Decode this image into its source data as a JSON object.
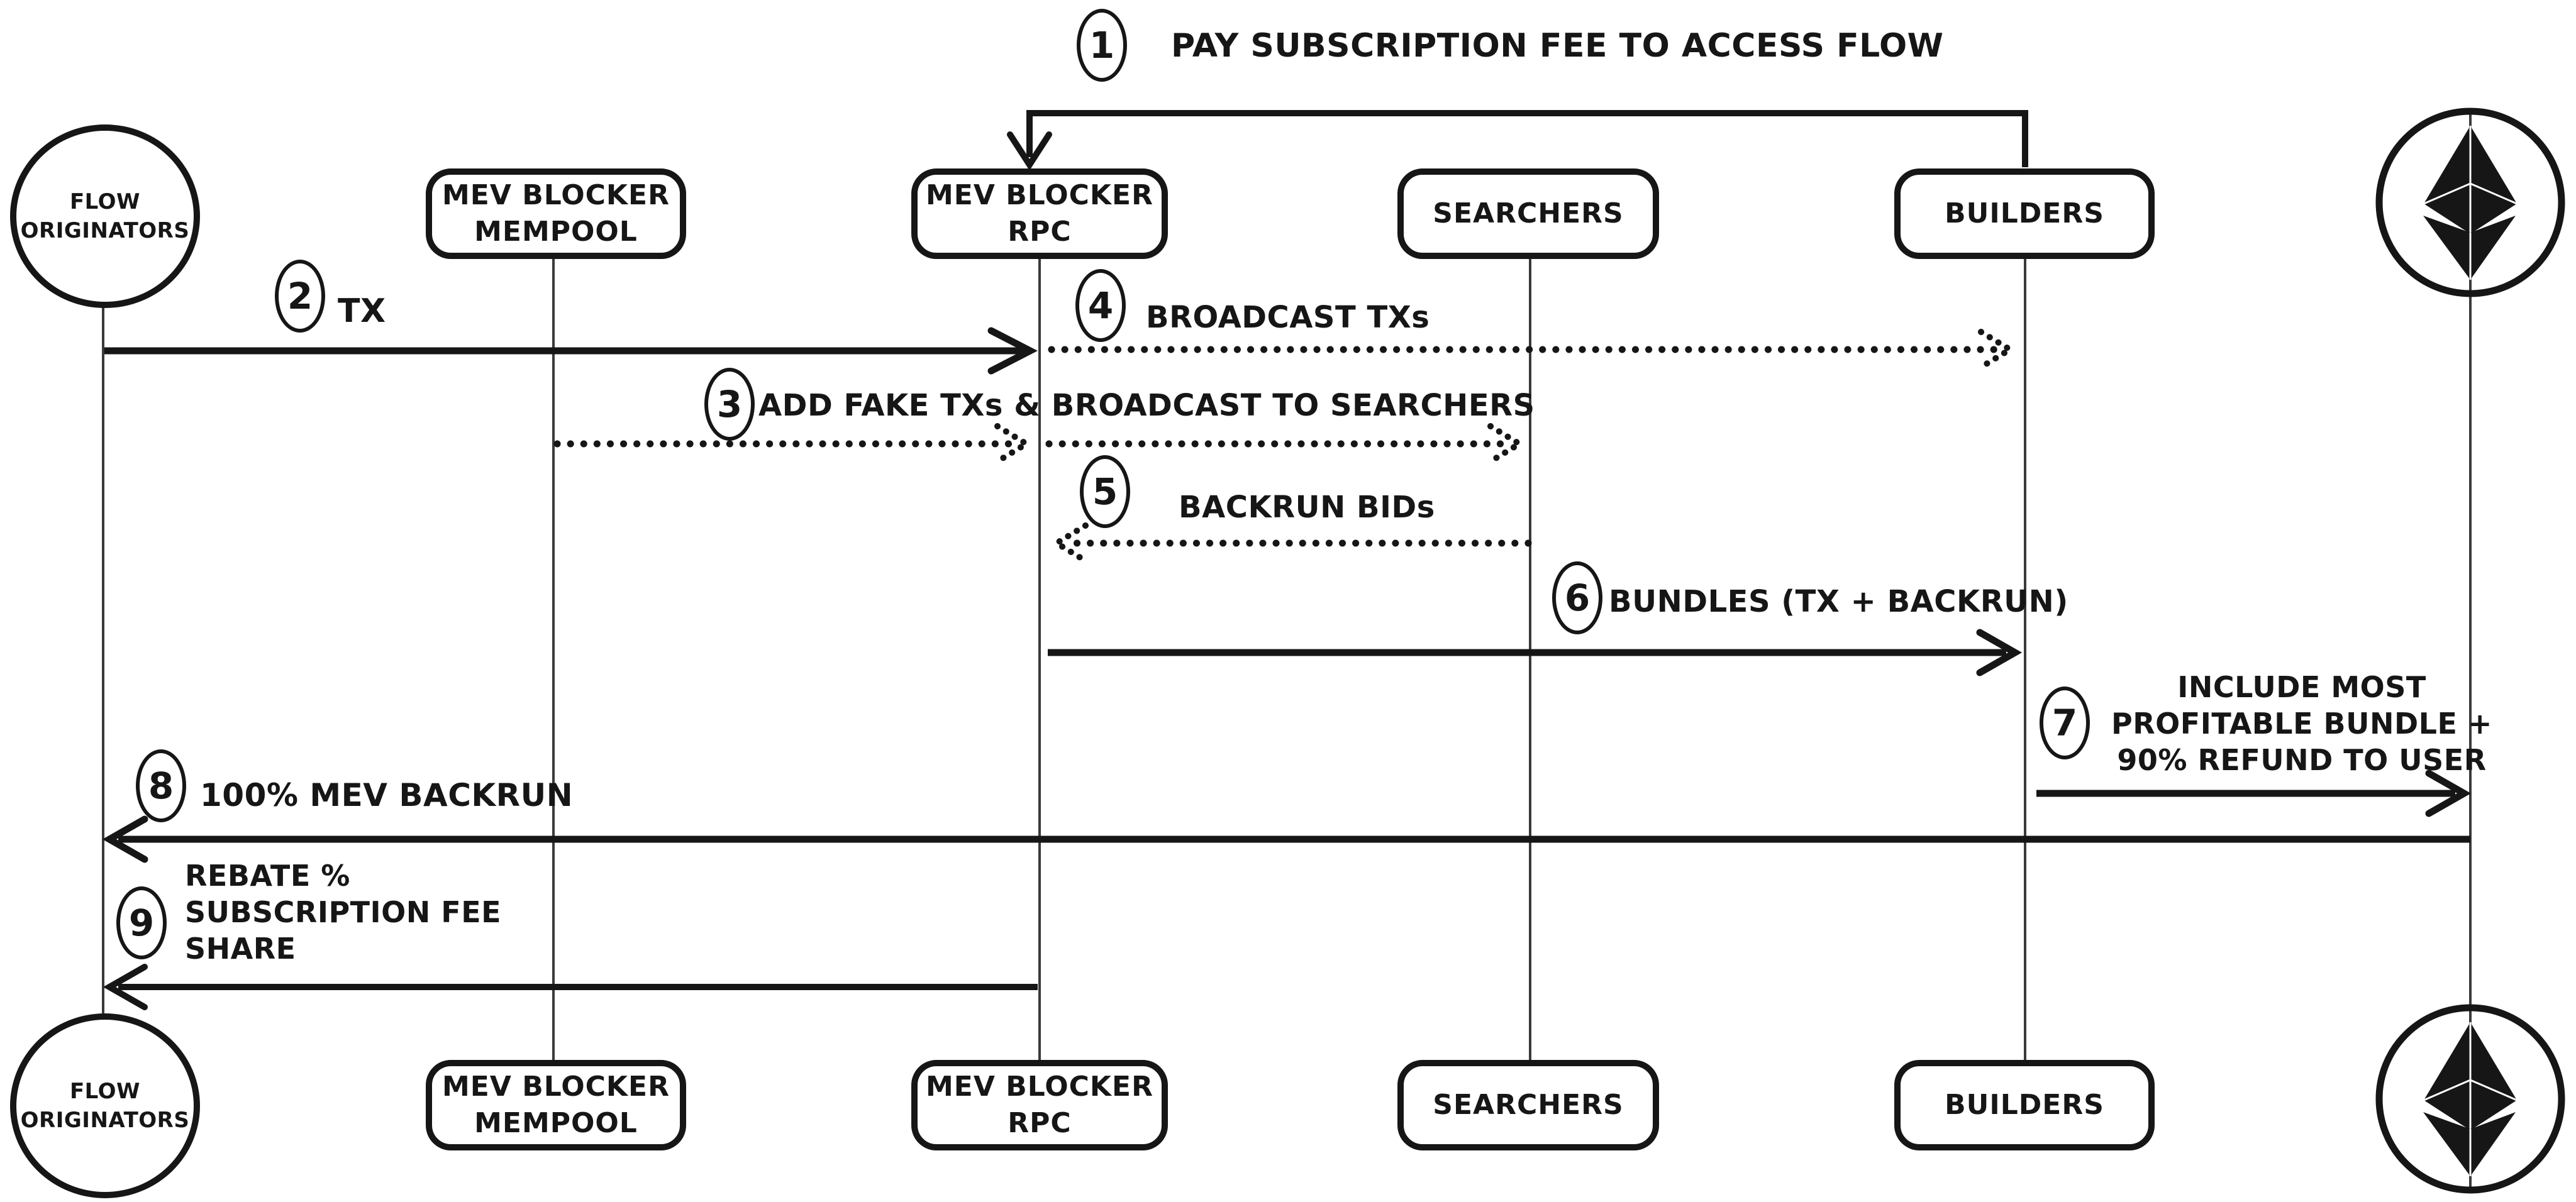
{
  "diagram": {
    "type": "sequence-diagram",
    "colors": {
      "ink": "#161616",
      "background": "#ffffff",
      "lifeline": "#3a3a3a"
    },
    "actors": [
      {
        "id": "flow-originators",
        "shape": "ellipse",
        "label": "FLOW ORIGINATORS",
        "lines": [
          "FLOW",
          "ORIGINATORS"
        ]
      },
      {
        "id": "mev-blocker-mempool",
        "shape": "rect",
        "label": "MEV BLOCKER MEMPOOL",
        "lines": [
          "MEV BLOCKER",
          "MEMPOOL"
        ]
      },
      {
        "id": "mev-blocker-rpc",
        "shape": "rect",
        "label": "MEV BLOCKER RPC",
        "lines": [
          "MEV BLOCKER",
          "RPC"
        ]
      },
      {
        "id": "searchers",
        "shape": "rect",
        "label": "SEARCHERS",
        "lines": [
          "SEARCHERS"
        ]
      },
      {
        "id": "builders",
        "shape": "rect",
        "label": "BUILDERS",
        "lines": [
          "BUILDERS"
        ]
      },
      {
        "id": "ethereum",
        "shape": "logo",
        "icon": "ethereum-icon",
        "label": "",
        "lines": []
      }
    ],
    "messages": [
      {
        "num": "1",
        "label": "PAY SUBSCRIPTION FEE TO ACCESS FLOW",
        "from": "builders",
        "to": "mev-blocker-rpc",
        "style": "solid"
      },
      {
        "num": "2",
        "label": "TX",
        "from": "flow-originators",
        "to": "mev-blocker-rpc",
        "style": "solid"
      },
      {
        "num": "3",
        "label": "ADD FAKE TXs & BROADCAST TO SEARCHERS",
        "from": "mev-blocker-mempool",
        "to": "searchers",
        "style": "dotted"
      },
      {
        "num": "4",
        "label": "BROADCAST TXs",
        "from": "mev-blocker-rpc",
        "to": "builders",
        "style": "dotted"
      },
      {
        "num": "5",
        "label": "BACKRUN BIDs",
        "from": "searchers",
        "to": "mev-blocker-rpc",
        "style": "dotted"
      },
      {
        "num": "6",
        "label": "BUNDLES (TX + BACKRUN)",
        "from": "mev-blocker-rpc",
        "to": "builders",
        "style": "solid"
      },
      {
        "num": "7",
        "label": "INCLUDE MOST PROFITABLE BUNDLE + 90% REFUND TO USER",
        "lines": [
          "INCLUDE MOST",
          "PROFITABLE BUNDLE +",
          "90% REFUND TO USER"
        ],
        "from": "builders",
        "to": "ethereum",
        "style": "solid"
      },
      {
        "num": "8",
        "label": "100% MEV BACKRUN",
        "from": "ethereum",
        "to": "flow-originators",
        "style": "solid"
      },
      {
        "num": "9",
        "label": "REBATE % SUBSCRIPTION FEE SHARE",
        "lines": [
          "REBATE %",
          "SUBSCRIPTION FEE",
          "SHARE"
        ],
        "from": "mev-blocker-rpc",
        "to": "flow-originators",
        "style": "solid"
      }
    ]
  }
}
